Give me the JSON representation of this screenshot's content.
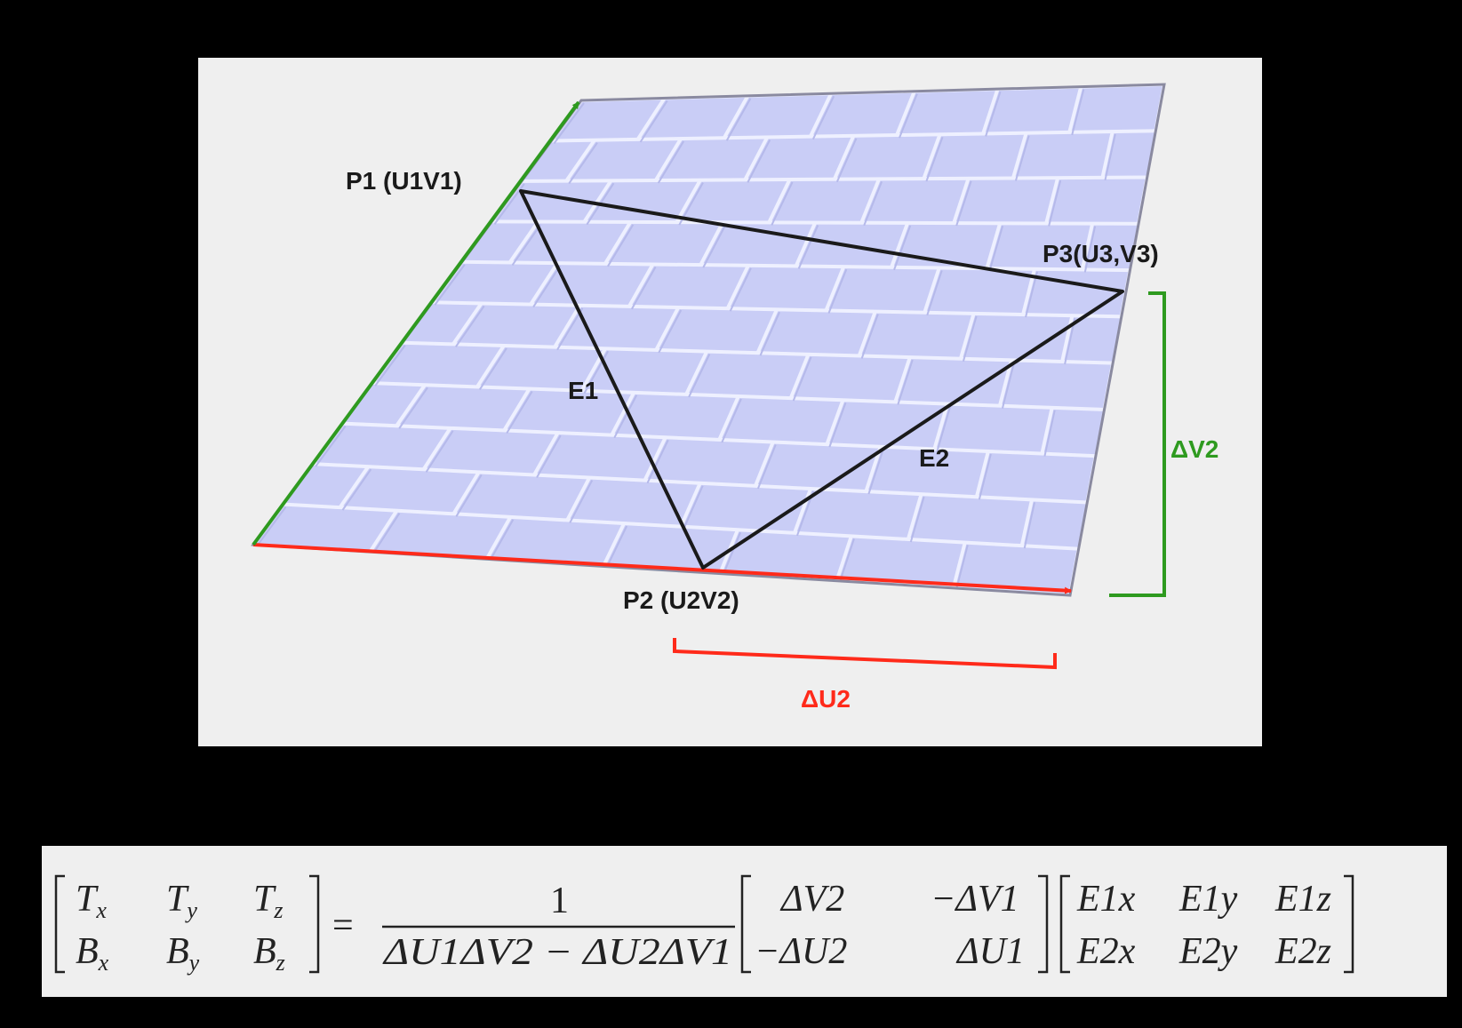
{
  "diagram": {
    "labels": {
      "p1": "P1 (U1V1)",
      "p2": "P2 (U2V2)",
      "p3": "P3(U3,V3)",
      "e1": "E1",
      "e2": "E2",
      "delta_u2": "ΔU2",
      "delta_v2": "ΔV2"
    },
    "colors": {
      "u_axis": "#ff2a1a",
      "v_axis": "#2e9a1f",
      "surface": "#c9cdf6",
      "brick_edge": "#eef0ff",
      "triangle": "#1a1a1a",
      "panel": "#efefef",
      "background": "#000000"
    },
    "texture": "normal-map-brick-wall"
  },
  "formula": {
    "lhs": [
      [
        "T",
        "x",
        "T",
        "y",
        "T",
        "z"
      ],
      [
        "B",
        "x",
        "B",
        "y",
        "B",
        "z"
      ]
    ],
    "equals": "=",
    "fraction_numerator": "1",
    "fraction_denominator": "ΔU1ΔV2 − ΔU2ΔV1",
    "uv_matrix": [
      [
        "ΔV2",
        "−ΔV1"
      ],
      [
        "−ΔU2",
        "ΔU1"
      ]
    ],
    "edge_matrix": [
      [
        "E1x",
        "E1y",
        "E1z"
      ],
      [
        "E2x",
        "E2y",
        "E2z"
      ]
    ]
  }
}
